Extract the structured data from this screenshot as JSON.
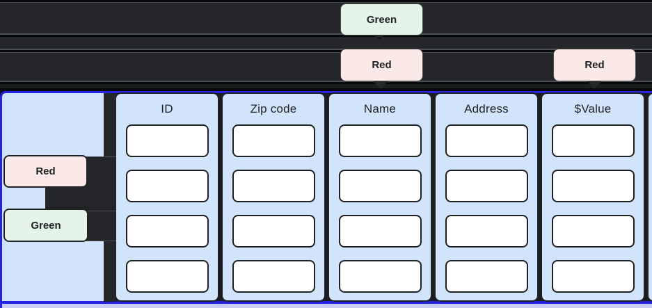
{
  "diagram": {
    "type": "table-access-illustration",
    "rows_per_column": 4
  },
  "badges": {
    "top_green": {
      "label": "Green"
    },
    "top_red_name": {
      "label": "Red"
    },
    "top_red_value": {
      "label": "Red"
    },
    "left_red": {
      "label": "Red"
    },
    "left_green": {
      "label": "Green"
    }
  },
  "table": {
    "columns": [
      {
        "header": "ID"
      },
      {
        "header": "Zip code"
      },
      {
        "header": "Name"
      },
      {
        "header": "Address"
      },
      {
        "header": "$Value"
      }
    ]
  },
  "colors": {
    "background": "#08090b",
    "dark_row": "#242629",
    "row_hairline": "#4d5056",
    "green_badge": "#e4f4e9",
    "red_badge": "#fbe9e7",
    "badge_text": "#1f2124",
    "table_fill": "#d2e3fc",
    "table_outline": "#1f2124",
    "selection_border_blue": "#2424e0",
    "cell_fill": "#ffffff",
    "footer_strip": "#c9cdf4",
    "row_stub_dark": "#232528",
    "accent_band_green": "#1a211c"
  }
}
